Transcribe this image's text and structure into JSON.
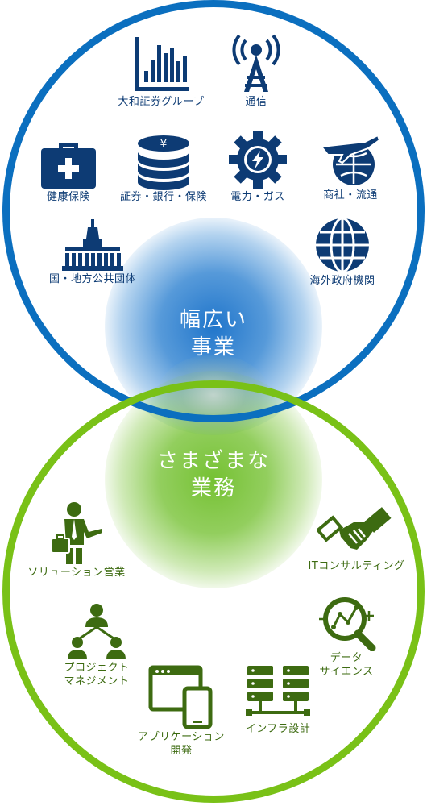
{
  "center": {
    "top_line1": "幅広い",
    "top_line2": "事業",
    "bottom_line1": "さまざまな",
    "bottom_line2": "業務"
  },
  "colors": {
    "blue_ring": "#0b6fbf",
    "green_ring": "#79c117",
    "blue_icon": "#0d3b74",
    "green_icon": "#3d6b11"
  },
  "businesses": [
    {
      "label": "大和証券グループ",
      "icon": "bar-chart-icon"
    },
    {
      "label": "通信",
      "icon": "antenna-tower-icon"
    },
    {
      "label": "健康保険",
      "icon": "medical-kit-icon"
    },
    {
      "label": "証券・銀行・保険",
      "icon": "coin-stack-icon"
    },
    {
      "label": "電力・ガス",
      "icon": "gear-bolt-icon"
    },
    {
      "label": "商社・流通",
      "icon": "plane-globe-icon"
    },
    {
      "label": "国・地方公共団体",
      "icon": "parliament-building-icon"
    },
    {
      "label": "海外政府機関",
      "icon": "globe-icon"
    }
  ],
  "roles": [
    {
      "label": "ソリューション営業",
      "icon": "businessman-icon"
    },
    {
      "label": "ITコンサルティング",
      "icon": "handshake-icon"
    },
    {
      "label_line1": "データ",
      "label_line2": "サイエンス",
      "icon": "magnifier-chart-icon"
    },
    {
      "label_line1": "プロジェクト",
      "label_line2": "マネジメント",
      "icon": "team-hierarchy-icon"
    },
    {
      "label_line1": "アプリケーション",
      "label_line2": "開発",
      "icon": "devices-icon"
    },
    {
      "label": "インフラ設計",
      "icon": "server-rack-icon"
    }
  ]
}
